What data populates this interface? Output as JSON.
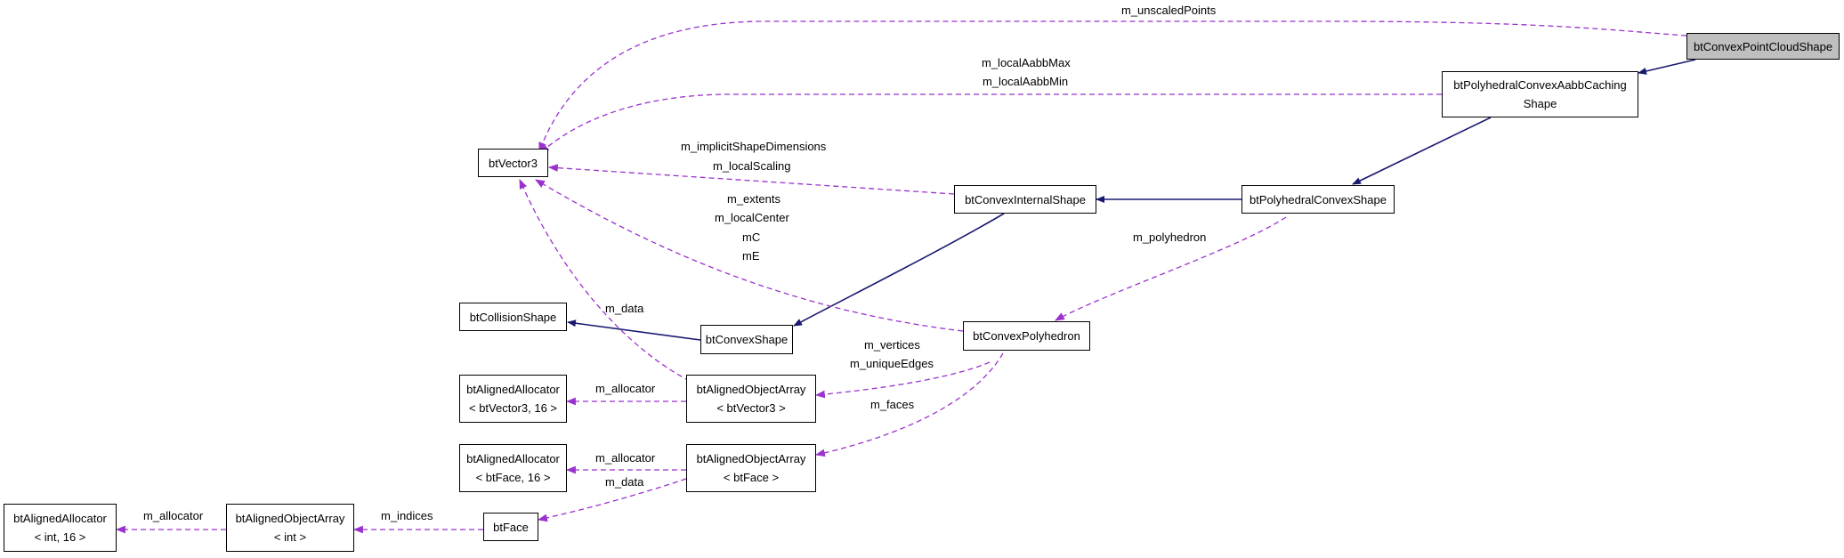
{
  "nodes": {
    "btConvexPointCloudShape": "btConvexPointCloudShape",
    "btPolyhedralAabb_1": "btPolyhedralConvexAabbCaching",
    "btPolyhedralAabb_2": "Shape",
    "btPolyhedralConvexShape": "btPolyhedralConvexShape",
    "btConvexInternalShape": "btConvexInternalShape",
    "btVector3": "btVector3",
    "btCollisionShape": "btCollisionShape",
    "btConvexShape": "btConvexShape",
    "btConvexPolyhedron": "btConvexPolyhedron",
    "btAlignedAllocatorV3_1": "btAlignedAllocator",
    "btAlignedAllocatorV3_2": "< btVector3, 16 >",
    "btAlignedObjectArrayV3_1": "btAlignedObjectArray",
    "btAlignedObjectArrayV3_2": "< btVector3 >",
    "btAlignedAllocatorFace_1": "btAlignedAllocator",
    "btAlignedAllocatorFace_2": "< btFace, 16 >",
    "btAlignedObjectArrayFace_1": "btAlignedObjectArray",
    "btAlignedObjectArrayFace_2": "< btFace >",
    "btAlignedAllocatorInt_1": "btAlignedAllocator",
    "btAlignedAllocatorInt_2": "< int, 16 >",
    "btAlignedObjectArrayInt_1": "btAlignedObjectArray",
    "btAlignedObjectArrayInt_2": "< int >",
    "btFace": "btFace"
  },
  "labels": {
    "unscaledPoints": "m_unscaledPoints",
    "localAabbMax": "m_localAabbMax",
    "localAabbMin": "m_localAabbMin",
    "implicitShapeDimensions": "m_implicitShapeDimensions",
    "localScaling": "m_localScaling",
    "extents": "m_extents",
    "localCenter": "m_localCenter",
    "mC": "mC",
    "mE": "mE",
    "polyhedron": "m_polyhedron",
    "data1": "m_data",
    "vertices": "m_vertices",
    "uniqueEdges": "m_uniqueEdges",
    "allocator1": "m_allocator",
    "faces": "m_faces",
    "allocator2": "m_allocator",
    "data2": "m_data",
    "allocator3": "m_allocator",
    "indices": "m_indices"
  },
  "colors": {
    "inheritance": "#191970",
    "usage": "#9a32cd",
    "focus_fill": "#bfbfbf"
  }
}
